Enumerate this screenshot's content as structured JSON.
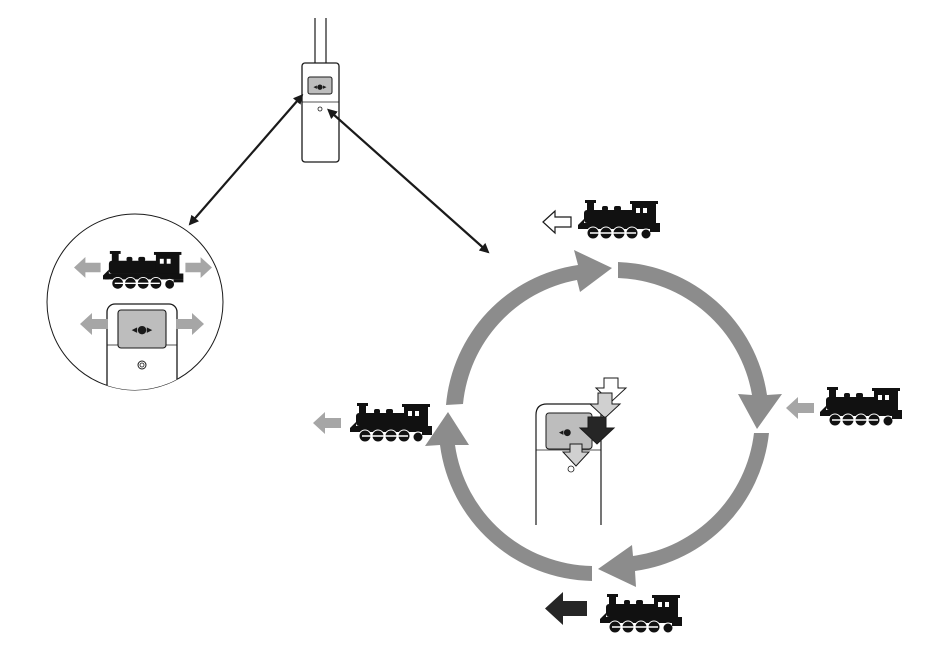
{
  "diagram": {
    "description_visible_text": "",
    "colors": {
      "line": "#1a1a1a",
      "cycle_arrow": "#8c8c8c",
      "side_arrow_outline": "#ffffff",
      "side_arrow_gray": "#a6a6a6",
      "side_arrow_dark": "#262626",
      "button": "#bdbdbd",
      "device_fill": "#ffffff",
      "train": "#111111"
    },
    "icons": {
      "handset": "remote-handset-icon",
      "locomotive": "steam-locomotive-icon",
      "direction_left": "arrow-left-icon",
      "direction_right": "arrow-right-icon",
      "button_glyph": "direction-button-icon",
      "press": "press-arrow-icon"
    },
    "states": [
      {
        "id": "stopped-forward",
        "direction_arrow": "outline-left",
        "arrow_style": "outline"
      },
      {
        "id": "moving-right",
        "direction_arrow": "gray-left",
        "arrow_style": "gray"
      },
      {
        "id": "moving-forward-fast",
        "direction_arrow": "dark-left",
        "arrow_style": "dark"
      },
      {
        "id": "moving-left",
        "direction_arrow": "gray-left",
        "arrow_style": "gray"
      }
    ]
  }
}
